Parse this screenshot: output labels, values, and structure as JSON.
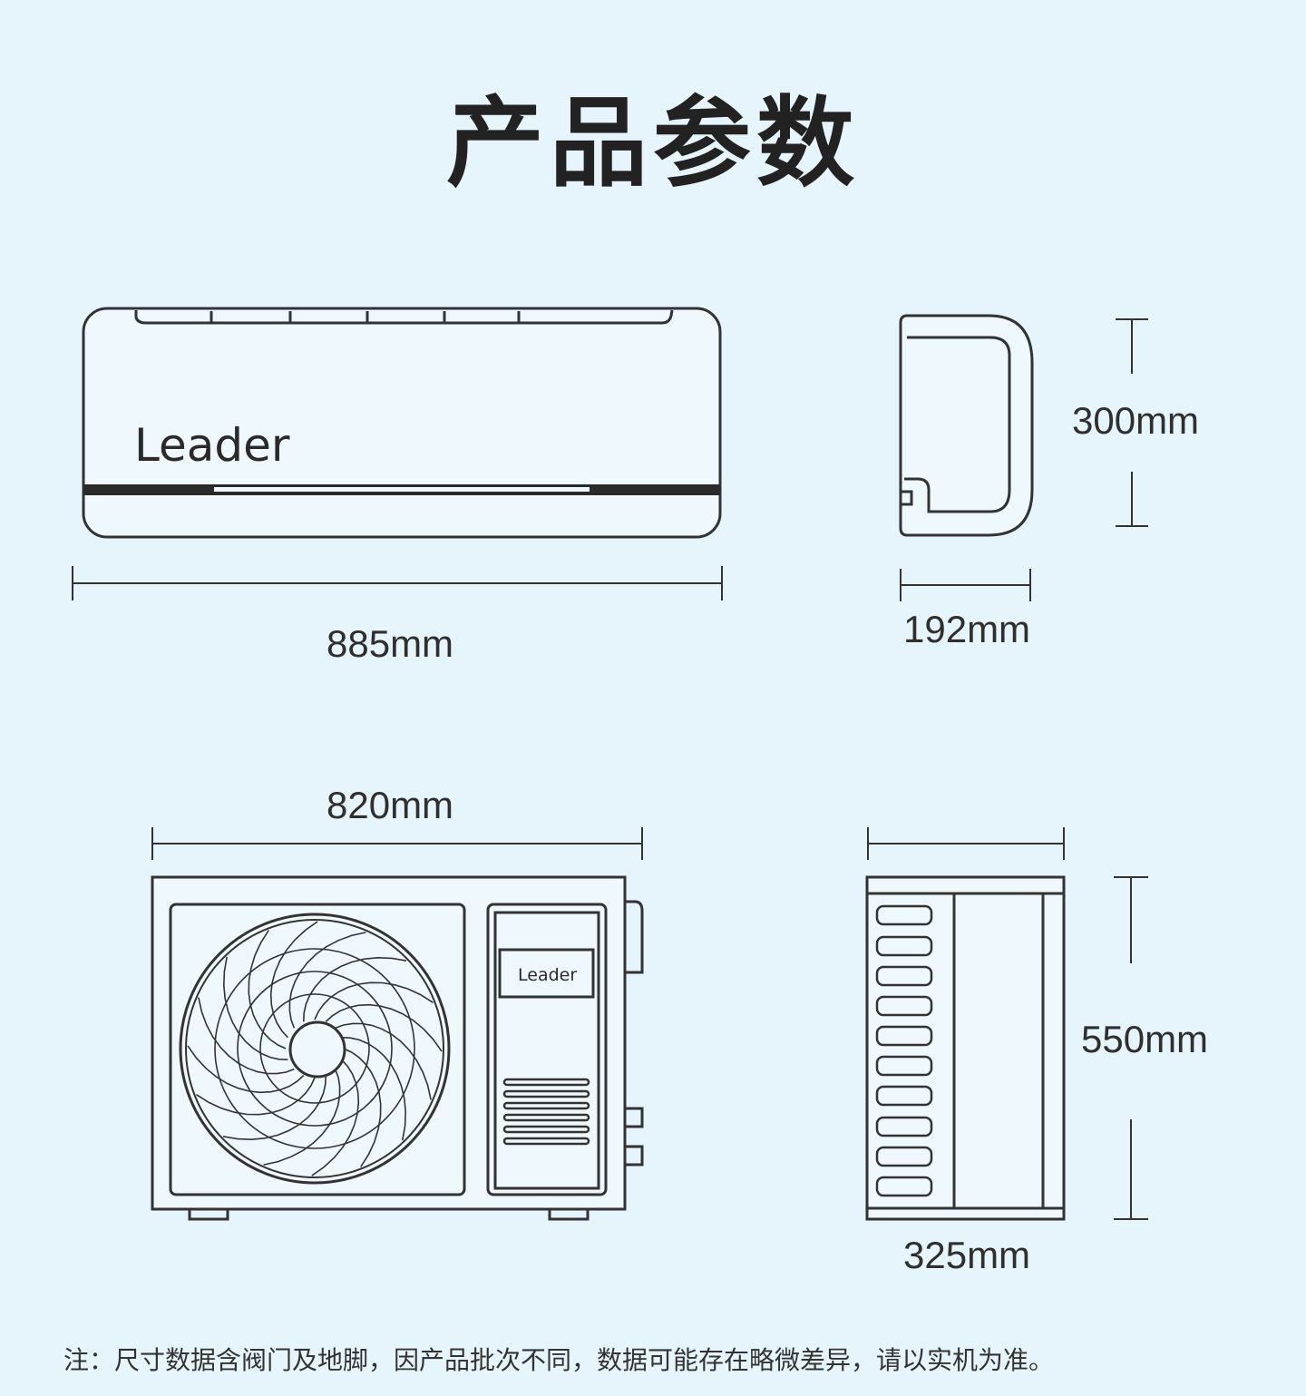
{
  "title": "产品参数",
  "brand": "Leader",
  "dimensions": {
    "indoor_width": "885mm",
    "indoor_height": "300mm",
    "indoor_depth": "192mm",
    "outdoor_width": "820mm",
    "outdoor_height": "550mm",
    "outdoor_depth": "325mm"
  },
  "note": "注：尺寸数据含阀门及地脚，因产品批次不同，数据可能存在略微差异，请以实机为准。",
  "colors": {
    "background": "#e6f4fb",
    "line": "#2f2f2f"
  }
}
